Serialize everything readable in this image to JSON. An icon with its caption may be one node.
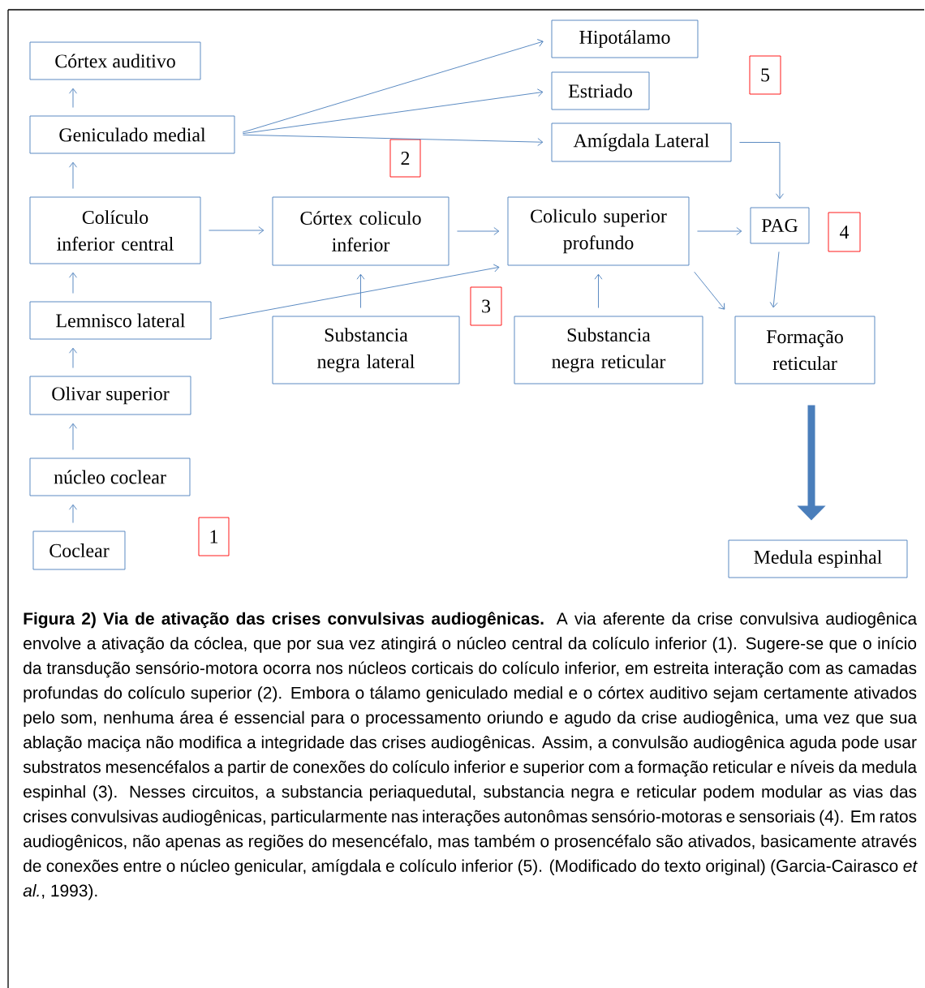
{
  "diagram": {
    "caption": "**Figura 2) Via de ativação das crises convulsivas audiogênicas.** A via aferente da crise convulsiva audiogênica envolve a ativação da cóclea, que por sua vez atingirá o núcleo central da colículo inferior (1). Sugere-se que o início da transdução sensório-motora ocorra nos núcleos corticais do colículo inferior, em estreita interação com as camadas profundas do colículo superior (2). Embora o tálamo geniculado medial e o córtex auditivo sejam certamente ativados pelo som, nenhuma área é essencial para o processamento oriundo e agudo da crise audiogênica, uma vez que sua ablação maciça não modifica a integridade das crises audiogênicas. Assim, a convulsão audiogênica aguda pode usar substratos mesencéfalos a partir de conexões do colículo inferior e superior com a formação reticular e níveis da medula espinhal (3). Nesses circuitos, a substancia periaquedutal, substancia negra e reticular podem modular as vias das crises convulsivas audiogênicas, particularmente nas interações autonômas sensório-motoras e sensoriais (4). Em ratos audiogênicos, não apenas as regiões do mesencéfalo, mas também o prosencéfalo são ativados, basicamente através de conexões entre o núcleo genicular, amígdala e colículo inferior (5). (Modificado do texto original) (Garcia-Cairasco *et al.*, 1993).",
    "nodes": [
      {
        "text": [
          "Córtex auditivo"
        ]
      },
      {
        "text": [
          "Hipotálamo"
        ]
      },
      {
        "text": [
          "Estriado"
        ]
      },
      {
        "text": [
          "Geniculado medial"
        ]
      },
      {
        "text": [
          "Amígdala Lateral"
        ]
      },
      {
        "text": [
          "Colículo inferior central"
        ]
      },
      {
        "text": [
          "Córtex coliculo inferior"
        ]
      },
      {
        "text": [
          "Coliculo superior profundo"
        ]
      },
      {
        "text": [
          "PAG"
        ]
      },
      {
        "text": [
          "Lemnisco lateral"
        ]
      },
      {
        "text": [
          "Substancia negra lateral"
        ]
      },
      {
        "text": [
          "Substancia negra reticular"
        ]
      },
      {
        "text": [
          "Formação reticular"
        ]
      },
      {
        "text": [
          "Olivar superior"
        ]
      },
      {
        "text": [
          "núcleo coclear"
        ]
      },
      {
        "text": [
          "Coclear"
        ]
      },
      {
        "text": [
          "Medula espinhal"
        ]
      },
      {
        "text": [
          "5"
        ]
      },
      {
        "text": [
          "2"
        ]
      },
      {
        "text": [
          "4"
        ]
      },
      {
        "text": [
          "3"
        ]
      },
      {
        "text": [
          "1"
        ]
      }
    ],
    "edges": [
      {
        "from": 3,
        "to": 0,
        "arrow": "to"
      },
      {
        "from": 5,
        "to": 3,
        "arrow": "to"
      },
      {
        "from": 9,
        "to": 5,
        "arrow": "to"
      },
      {
        "from": 13,
        "to": 9,
        "arrow": "to"
      },
      {
        "from": 14,
        "to": 13,
        "arrow": "to"
      },
      {
        "from": 15,
        "to": 14,
        "arrow": "to"
      },
      {
        "from": 3,
        "to": 1,
        "arrow": "to"
      },
      {
        "from": 3,
        "to": 2,
        "arrow": "to"
      },
      {
        "from": 3,
        "to": 4,
        "arrow": "to"
      },
      {
        "from": 5,
        "to": 6,
        "arrow": "to"
      },
      {
        "from": 6,
        "to": 7,
        "arrow": "to"
      },
      {
        "from": 7,
        "to": 8,
        "arrow": "to"
      },
      {
        "from": 9,
        "to": 7,
        "arrow": "to"
      },
      {
        "from": 10,
        "to": 6,
        "arrow": "to"
      },
      {
        "from": 11,
        "to": 7,
        "arrow": "to"
      },
      {
        "from": 7,
        "to": 12,
        "arrow": "to"
      },
      {
        "from": 8,
        "to": 12,
        "arrow": "to"
      },
      {
        "from": 4,
        "to": 8,
        "arrow": "to"
      },
      {
        "from": 12,
        "to": 16,
        "arrow": "to",
        "style": "thick"
      }
    ]
  }
}
